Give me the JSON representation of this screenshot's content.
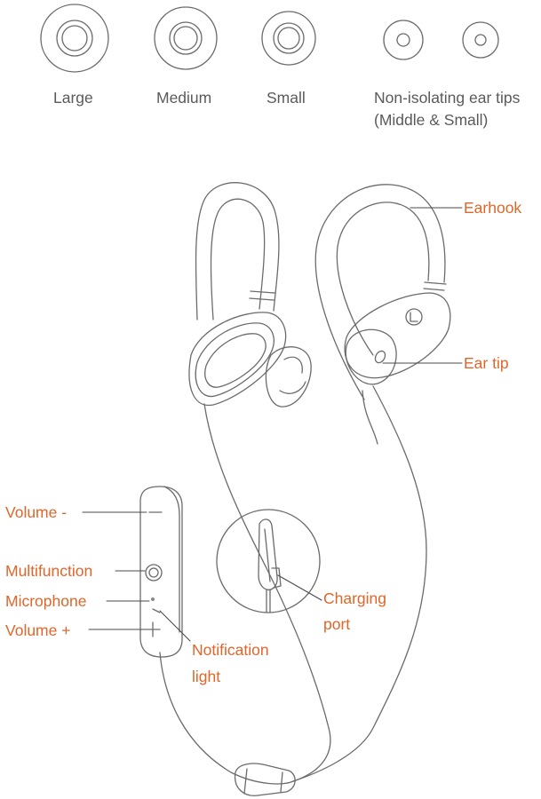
{
  "ear_tips": {
    "large": "Large",
    "medium": "Medium",
    "small": "Small",
    "non_isolating_line1": "Non-isolating ear tips",
    "non_isolating_line2": "(Middle & Small)"
  },
  "callouts": {
    "earhook": "Earhook",
    "ear_tip": "Ear tip",
    "volume_minus": "Volume -",
    "multifunction": "Multifunction",
    "microphone": "Microphone",
    "volume_plus": "Volume +",
    "notification_line1": "Notification",
    "notification_line2": "light",
    "charging_line1": "Charging",
    "charging_line2": "port"
  },
  "colors": {
    "callout": "#e0662a",
    "line_art": "#6b6b6b",
    "label_gray": "#5a5a5a"
  }
}
